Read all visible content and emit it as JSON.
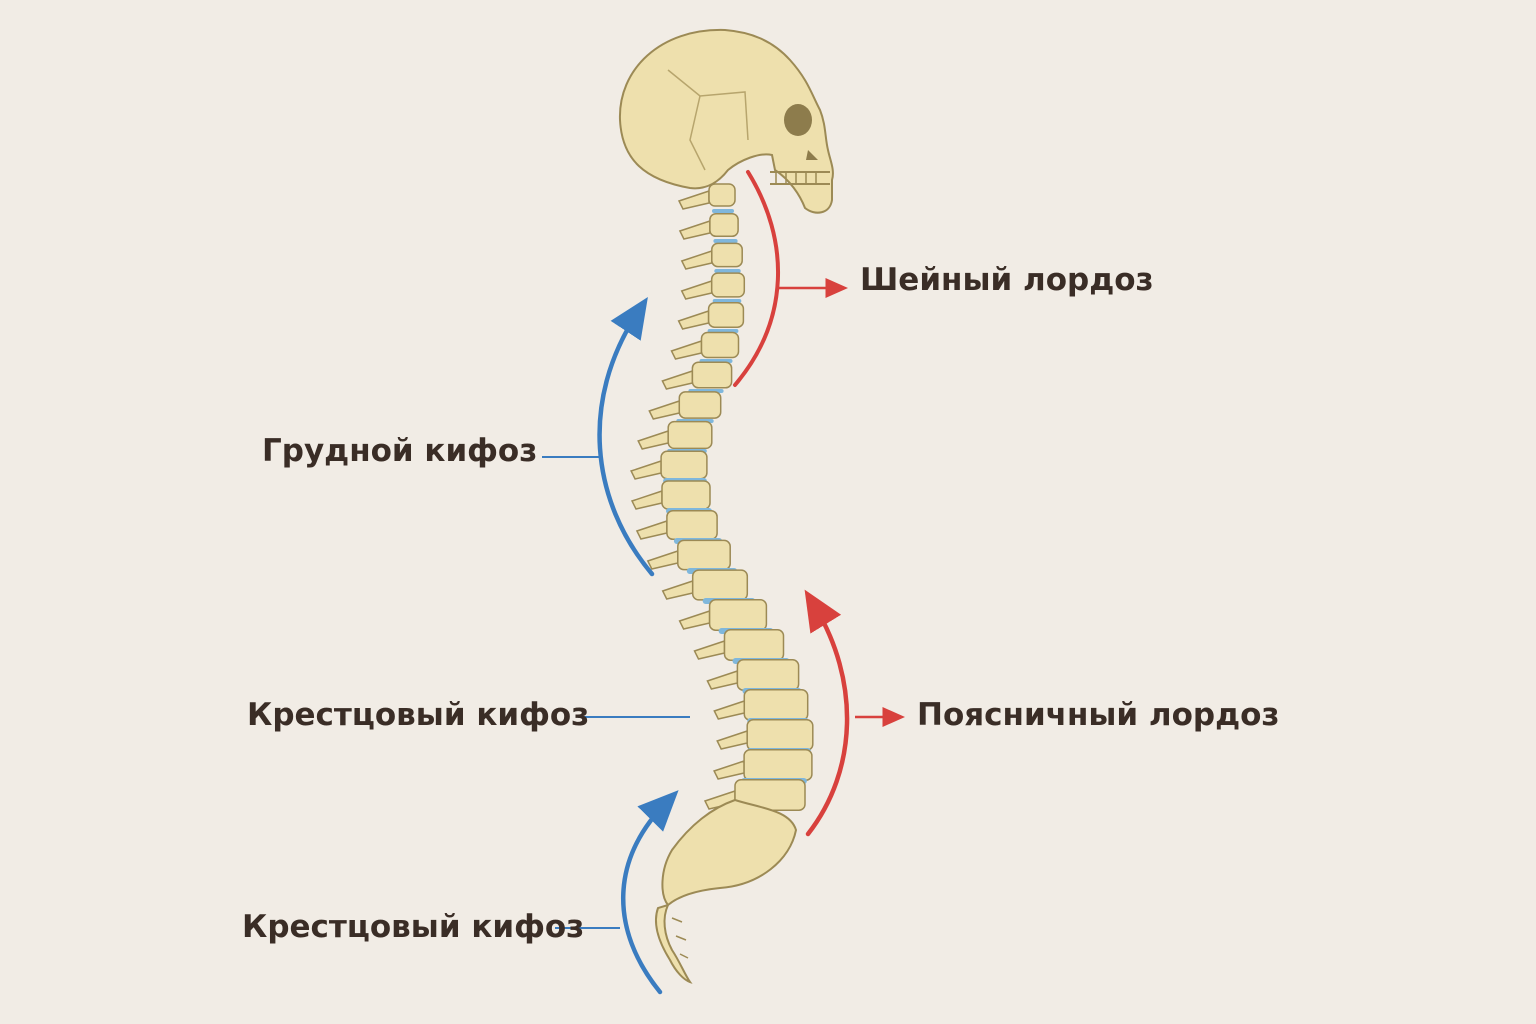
{
  "labels": {
    "cervical": "Шейный лордоз",
    "thoracic": "Грудной кифоз",
    "sacral_upper": "Крестцовый кифоз",
    "lumbar": "Поясничный лордоз",
    "sacral_lower": "Крестцовый кифоз"
  },
  "colors": {
    "background": "#f1ece5",
    "bone": "#eee0ad",
    "bone_outline": "#9c8a55",
    "disc": "#7fb7dc",
    "lordosis": "#d8413d",
    "kyphosis": "#3a7cc0",
    "text": "#3a2d26"
  }
}
